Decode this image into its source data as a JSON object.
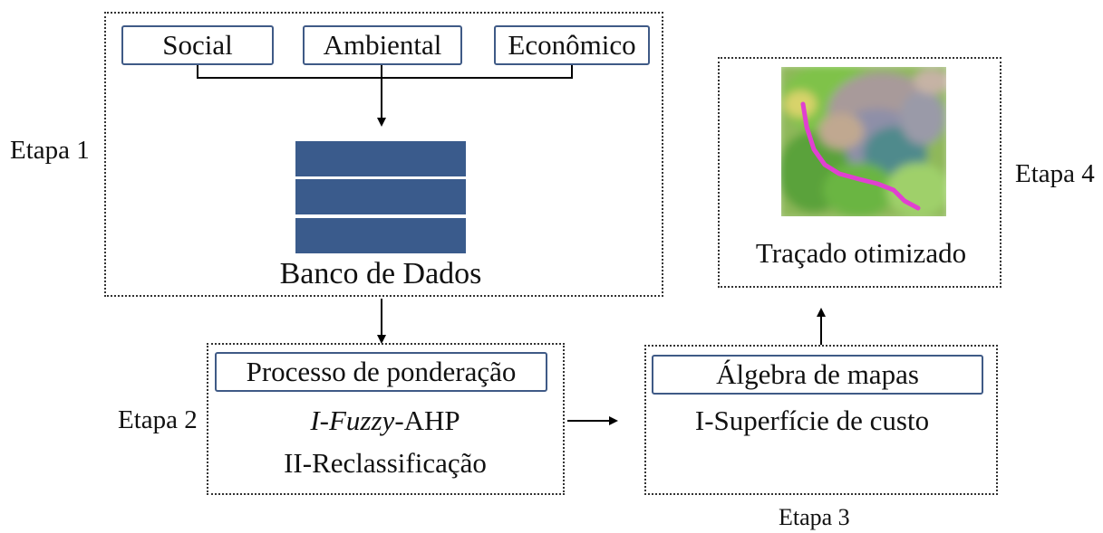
{
  "etapa1": {
    "label": "Etapa 1",
    "criteria": [
      "Social",
      "Ambiental",
      "Econômico"
    ],
    "database_label": "Banco de Dados"
  },
  "etapa2": {
    "label": "Etapa 2",
    "title": "Processo de ponderação",
    "method_italic": "I-Fuzzy",
    "method_rest": "-AHP",
    "step_two": "II-Reclassificação"
  },
  "etapa3": {
    "label": "Etapa 3",
    "title": "Álgebra de mapas",
    "step_one": "I-Superfície de custo"
  },
  "etapa4": {
    "label": "Etapa 4",
    "result": "Traçado otimizado",
    "map_image": "route-map-thumbnail",
    "route_color": "#e040d0"
  },
  "colors": {
    "box_border": "#3f5a86",
    "database_fill": "#3a5b8c",
    "dotted_border": "#333333"
  }
}
